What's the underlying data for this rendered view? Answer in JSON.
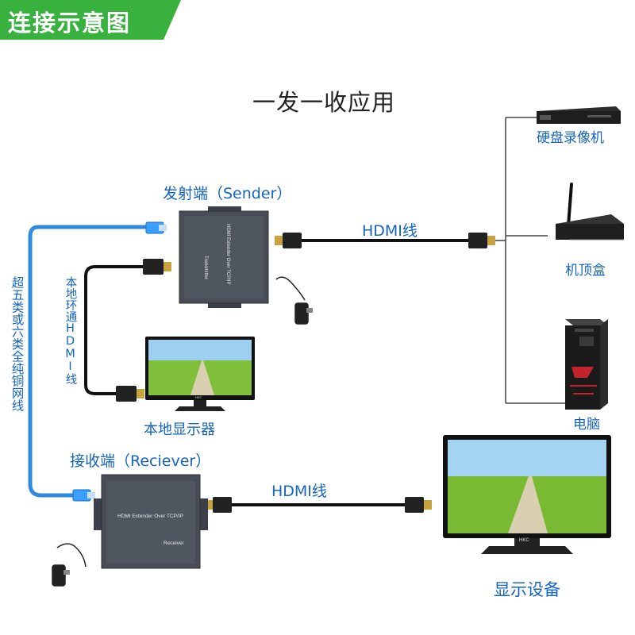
{
  "banner": {
    "title": "连接示意图"
  },
  "diagram": {
    "title": "一发一收应用",
    "sender_label": "发射端（Sender）",
    "receiver_label": "接收端（Recieve​r）",
    "hdmi_cable_top": "HDMI线",
    "hdmi_cable_bottom": "HDMI线",
    "local_loop_label": "本地环通HDMI线",
    "network_cable_label": "超五类或六类全纯铜网线",
    "local_display_label": "本地显示器",
    "display_device_label": "显示设备",
    "sources": [
      {
        "label": "硬盘录像机"
      },
      {
        "label": "机顶盒"
      },
      {
        "label": "电脑"
      }
    ],
    "device_text": {
      "sender_model": "HDMI Extender Over TCP/IP",
      "sender_role": "Transmitter",
      "receiver_model": "HDMI Extender Over TCP/IP",
      "receiver_role": "Receiver",
      "monitor_brand": "HKC"
    }
  },
  "colors": {
    "banner": "#38b13f",
    "label_blue": "#1565c0",
    "cable_blue": "#2f8be0",
    "device": "#474c55"
  }
}
